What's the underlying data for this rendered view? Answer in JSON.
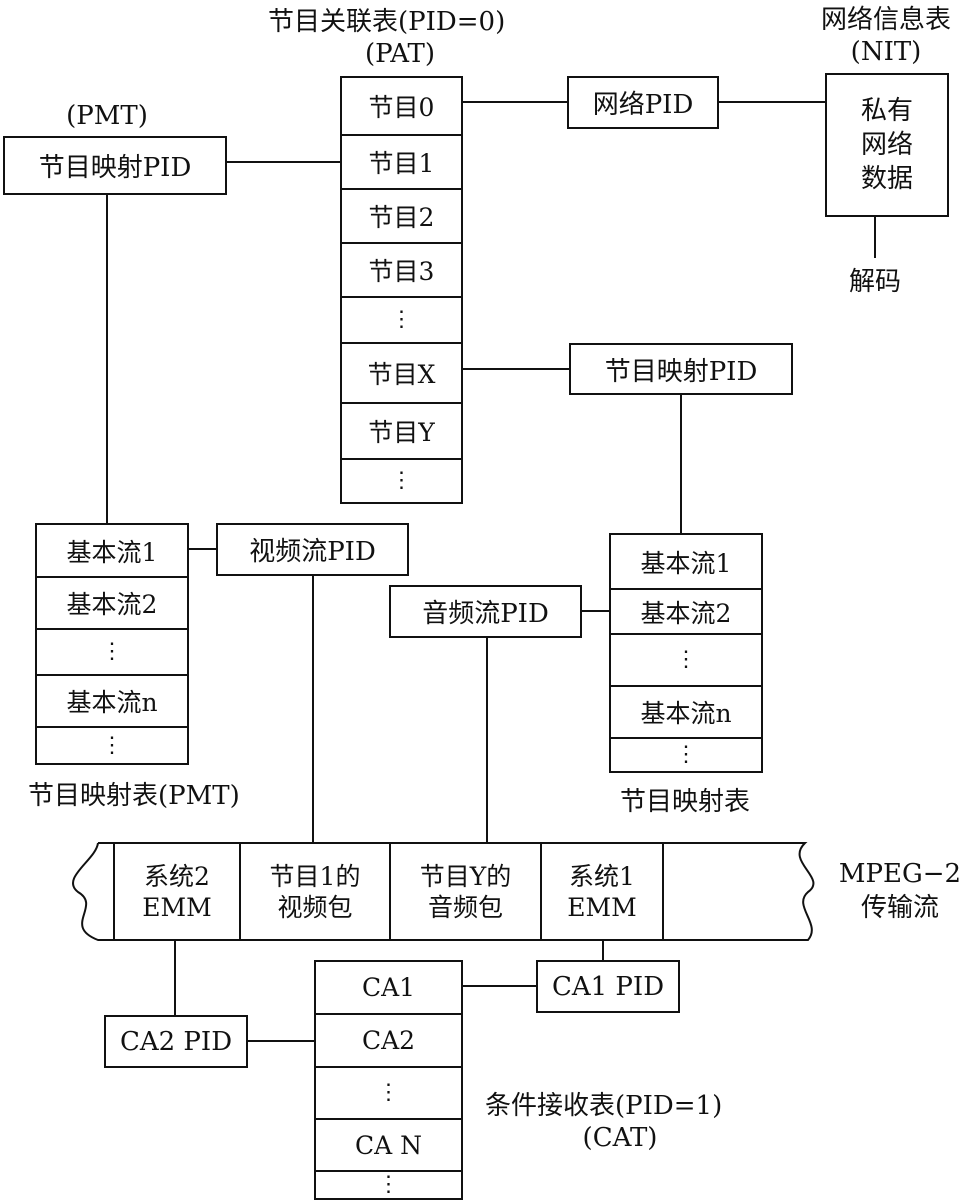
{
  "pat": {
    "title": "节目关联表(PID=0)",
    "subtitle": "(PAT)",
    "rows": [
      "节目0",
      "节目1",
      "节目2",
      "节目3",
      "⋮",
      "节目X",
      "节目Y",
      "⋮"
    ]
  },
  "nit": {
    "title": "网络信息表",
    "subtitle": "(NIT)",
    "box_line1": "私有",
    "box_line2": "网络",
    "box_line3": "数据",
    "decode_label": "解码"
  },
  "network_pid": "网络PID",
  "pmt_left": {
    "top_label": "(PMT)",
    "pid_box": "节目映射PID",
    "rows": [
      "基本流1",
      "基本流2",
      "⋮",
      "基本流n",
      "⋮"
    ],
    "caption": "节目映射表(PMT)"
  },
  "pmt_right": {
    "pid_box": "节目映射PID",
    "rows": [
      "基本流1",
      "基本流2",
      "⋮",
      "基本流n",
      "⋮"
    ],
    "caption": "节目映射表"
  },
  "video_pid": "视频流PID",
  "audio_pid": "音频流PID",
  "transport": {
    "label_line1": "MPEG−2",
    "label_line2": "传输流",
    "packets": [
      {
        "line1": "系统2",
        "line2": "EMM"
      },
      {
        "line1": "节目1的",
        "line2": "视频包"
      },
      {
        "line1": "节目Y的",
        "line2": "音频包"
      },
      {
        "line1": "系统1",
        "line2": "EMM"
      }
    ]
  },
  "cat": {
    "rows": [
      "CA1",
      "CA2",
      "⋮",
      "CA N",
      "⋮"
    ],
    "title": "条件接收表(PID=1)",
    "subtitle": "(CAT)",
    "ca1_pid": "CA1 PID",
    "ca2_pid": "CA2 PID"
  }
}
